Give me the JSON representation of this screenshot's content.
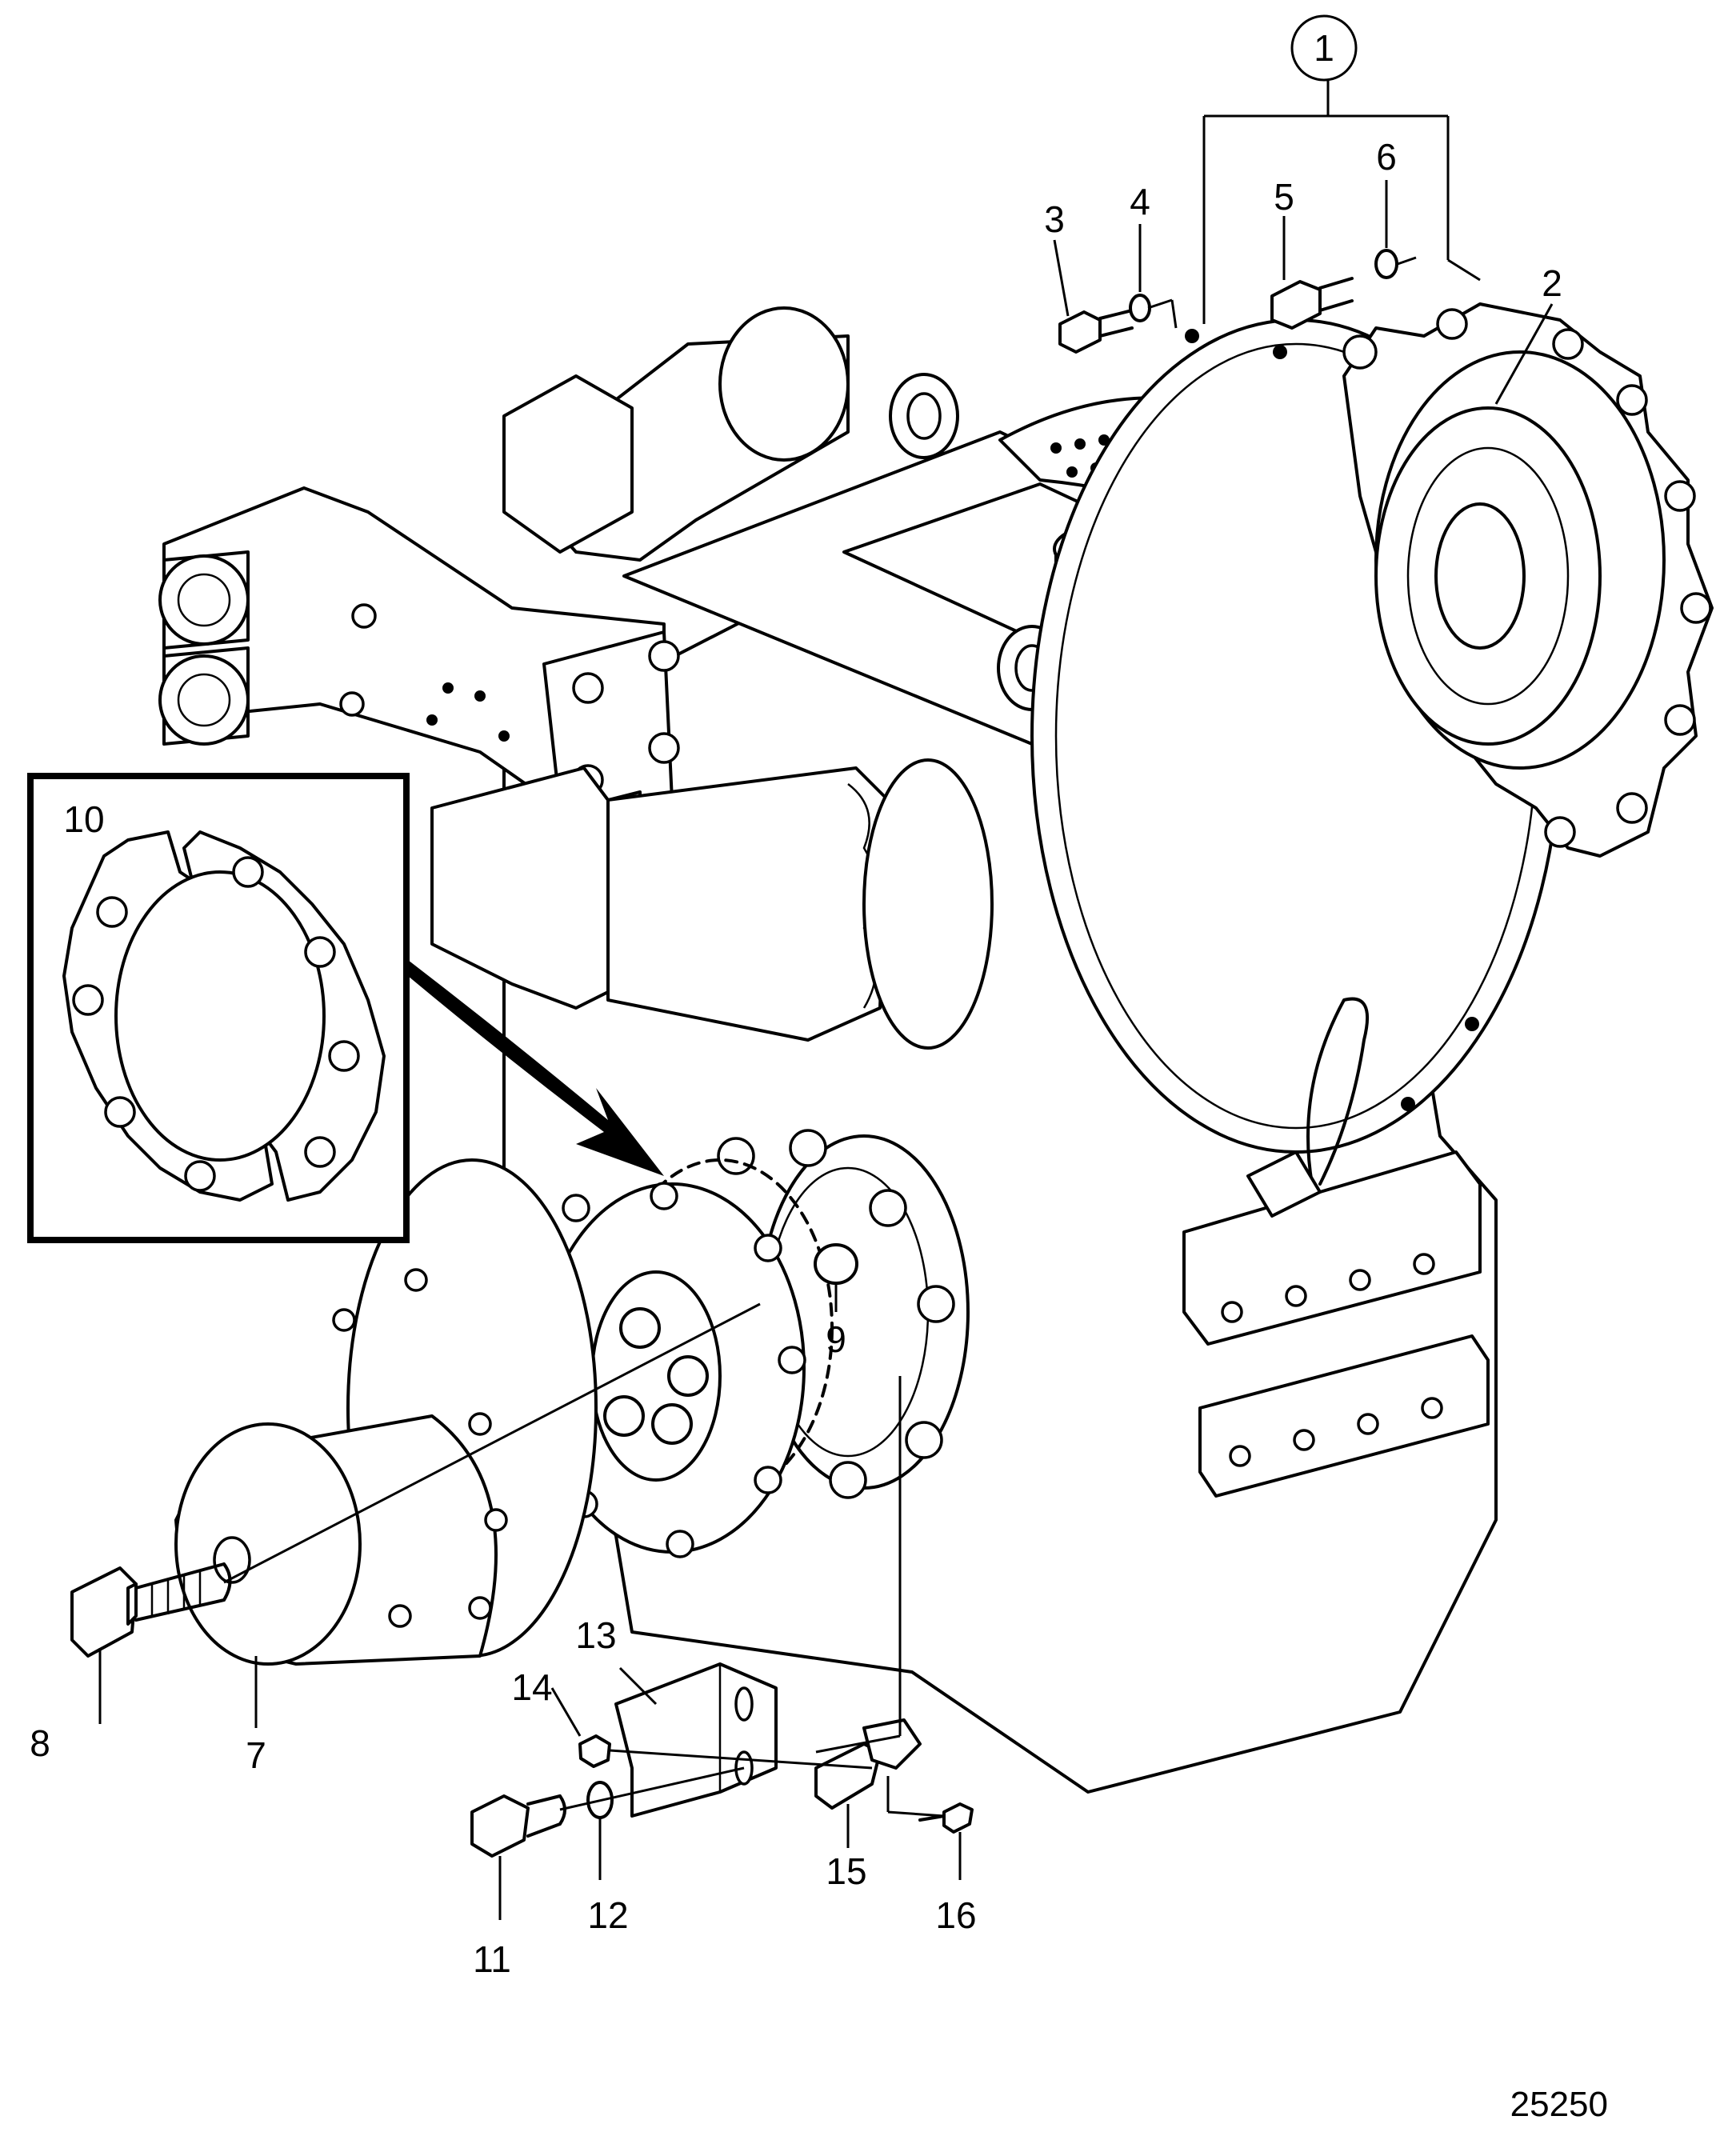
{
  "figure_number": "25250",
  "callouts": {
    "c1": "1",
    "c2": "2",
    "c3": "3",
    "c4": "4",
    "c5": "5",
    "c6": "6",
    "c7": "7",
    "c8": "8",
    "c9": "9",
    "c10": "10",
    "c11": "11",
    "c12": "12",
    "c13": "13",
    "c14": "14",
    "c15": "15",
    "c16": "16"
  }
}
